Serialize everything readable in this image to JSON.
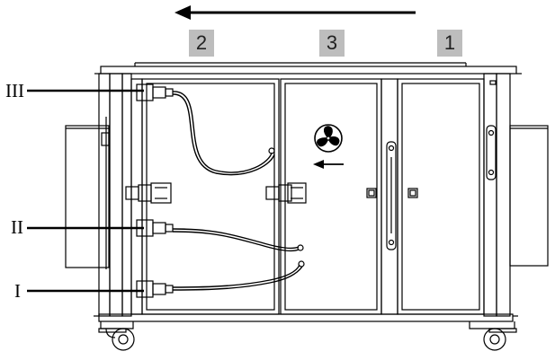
{
  "zones": [
    {
      "label": "2"
    },
    {
      "label": "3"
    },
    {
      "label": "1"
    }
  ],
  "callouts": [
    {
      "label": "III"
    },
    {
      "label": "II"
    },
    {
      "label": "I"
    }
  ],
  "colors": {
    "badge": "#bdbdbd",
    "line": "#000000",
    "background": "#ffffff"
  },
  "icons": [
    "airflow-direction-arrow",
    "fan-icon",
    "internal-flow-arrow",
    "castor-wheel"
  ]
}
